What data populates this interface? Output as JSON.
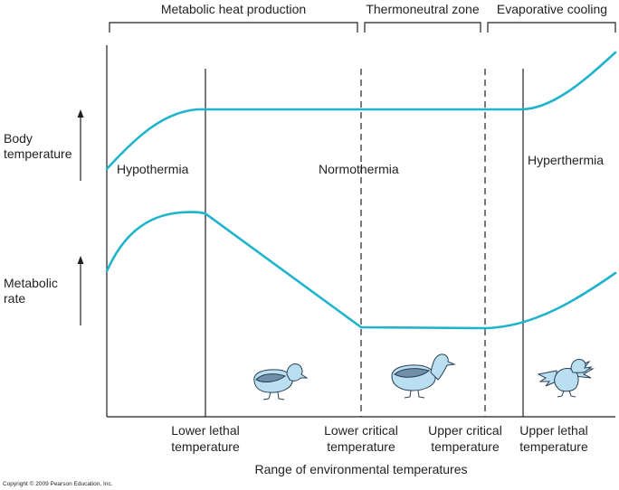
{
  "brackets": {
    "metabolic_heat_production": "Metabolic heat production",
    "thermoneutral_zone": "Thermoneutral zone",
    "evaporative_cooling": "Evaporative cooling"
  },
  "axis": {
    "body_temperature_line1": "Body",
    "body_temperature_line2": "temperature",
    "metabolic_rate_line1": "Metabolic",
    "metabolic_rate_line2": "rate",
    "x_label": "Range of environmental temperatures"
  },
  "states": {
    "hypothermia": "Hypothermia",
    "normothermia": "Normothermia",
    "hyperthermia": "Hyperthermia"
  },
  "thresholds": {
    "lower_lethal_line1": "Lower lethal",
    "lower_lethal_line2": "temperature",
    "lower_critical_line1": "Lower critical",
    "lower_critical_line2": "temperature",
    "upper_critical_line1": "Upper critical",
    "upper_critical_line2": "temperature",
    "upper_lethal_line1": "Upper lethal",
    "upper_lethal_line2": "temperature"
  },
  "copyright": "Copyright © 2009 Pearson Education, Inc.",
  "colors": {
    "curve": "#1fb3cc",
    "line": "#231f20",
    "bird_light": "#b9dff1",
    "bird_dark": "#6f8fa8",
    "bird_outline": "#2a3f55"
  }
}
